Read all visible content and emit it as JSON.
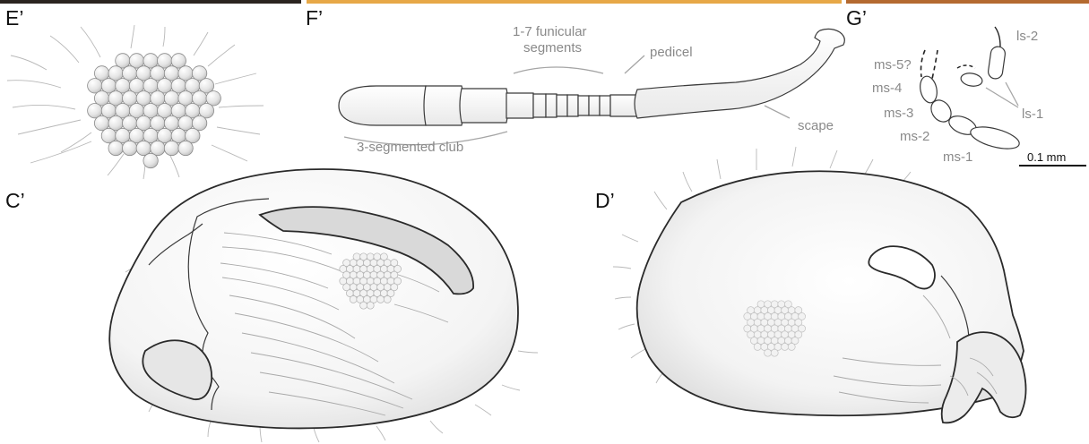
{
  "top_strip_colors": {
    "left": "#2b2420",
    "middle": "#e7a847",
    "right": "#b46a30"
  },
  "panels": [
    {
      "id": "E",
      "letter": "E’"
    },
    {
      "id": "F",
      "letter": "F’"
    },
    {
      "id": "G",
      "letter": "G’"
    },
    {
      "id": "C",
      "letter": "C’"
    },
    {
      "id": "D",
      "letter": "D’"
    }
  ],
  "antenna_labels": {
    "funicular": [
      "1-7 funicular",
      "segments"
    ],
    "pedicel": "pedicel",
    "scape": "scape",
    "club": "3-segmented club"
  },
  "maxillary_labels": {
    "ms5": "ms-5?",
    "ms4": "ms-4",
    "ms3": "ms-3",
    "ms2": "ms-2",
    "ms1": "ms-1",
    "ls2": "ls-2",
    "ls1": "ls-1"
  },
  "scale_bar": {
    "label": "0.1 mm"
  },
  "icons": {
    "compound_eye": "compound-eye-icon",
    "antenna": "antenna-icon",
    "palp": "palp-icon"
  }
}
